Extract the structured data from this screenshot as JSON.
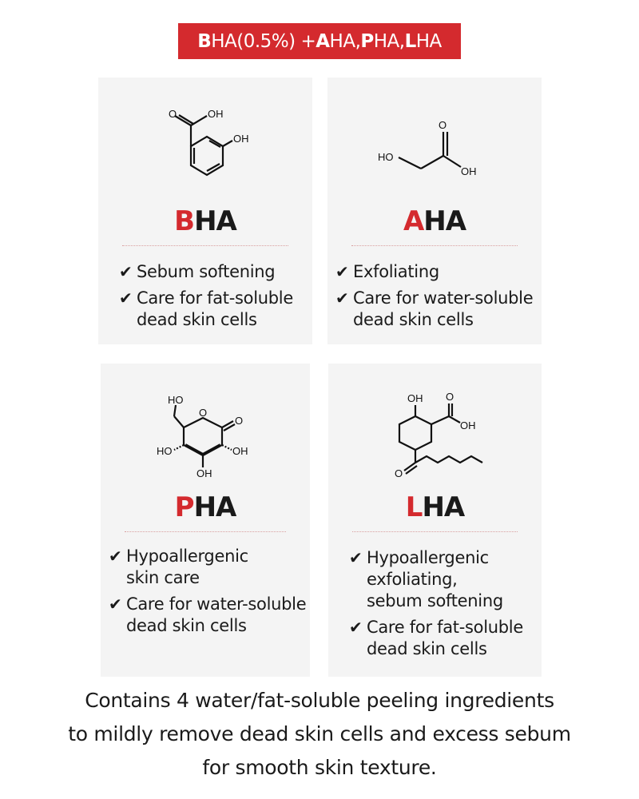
{
  "banner": {
    "b1": "B",
    "t1": "HA(0.5%) + ",
    "b2": "A",
    "t2": "HA, ",
    "b3": "P",
    "t3": "HA, ",
    "b4": "L",
    "t4": "HA"
  },
  "cards": [
    {
      "first": "B",
      "rest": "HA",
      "labels": [
        "OH",
        "O",
        "OH"
      ],
      "benefits": [
        {
          "check": "✔",
          "lines": [
            "Sebum softening"
          ]
        },
        {
          "check": "✔",
          "lines": [
            "Care for fat-soluble",
            "dead skin cells"
          ]
        }
      ]
    },
    {
      "first": "A",
      "rest": "HA",
      "labels": [
        "O",
        "HO",
        "OH"
      ],
      "benefits": [
        {
          "check": "✔",
          "lines": [
            "Exfoliating"
          ]
        },
        {
          "check": "✔",
          "lines": [
            "Care for water-soluble",
            "dead skin cells"
          ]
        }
      ]
    },
    {
      "first": "P",
      "rest": "HA",
      "labels": [
        "HO",
        "O",
        "O",
        "HO",
        "OH",
        "OH"
      ],
      "benefits": [
        {
          "check": "✔",
          "lines": [
            "Hypoallergenic",
            "skin care"
          ]
        },
        {
          "check": "✔",
          "lines": [
            "Care for water-soluble",
            "dead skin cells"
          ]
        }
      ]
    },
    {
      "first": "L",
      "rest": "HA",
      "labels": [
        "OH",
        "O",
        "OH",
        "O"
      ],
      "benefits": [
        {
          "check": "✔",
          "lines": [
            "Hypoallergenic",
            "exfoliating,",
            "sebum softening"
          ]
        },
        {
          "check": "✔",
          "lines": [
            "Care for fat-soluble",
            "dead skin cells"
          ]
        }
      ]
    }
  ],
  "footer": {
    "line1": "Contains 4 water/fat-soluble peeling ingredients",
    "line2": "to mildly remove dead skin cells and excess sebum",
    "line3": "for smooth skin texture."
  },
  "colors": {
    "accent": "#d42a2e",
    "card": "#f4f4f4",
    "text": "#1a1a1a"
  }
}
